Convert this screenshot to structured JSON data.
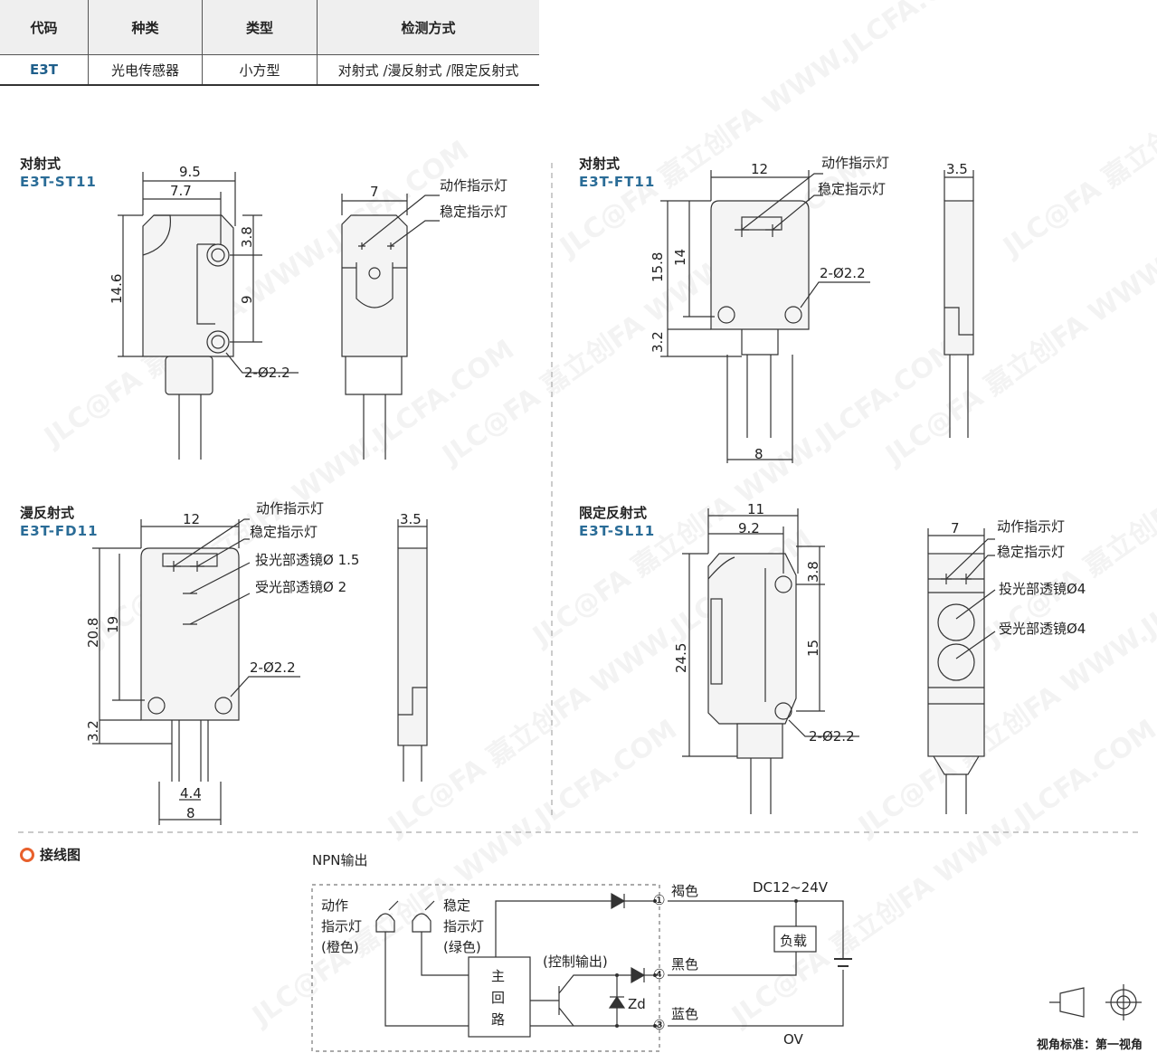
{
  "table": {
    "headers": [
      "代码",
      "种类",
      "类型",
      "检测方式"
    ],
    "row": [
      "E3T",
      "光电传感器",
      "小方型",
      "对射式 /漫反射式 /限定反射式"
    ]
  },
  "watermark": "JLC@FA 嘉立创FA WWW.JLCFA.COM",
  "sections": {
    "st11": {
      "title": "对射式",
      "code": "E3T-ST11",
      "dims": {
        "w1": "9.5",
        "w2": "7.7",
        "h_total": "14.6",
        "h_top": "3.8",
        "h_mid": "9",
        "side_w": "7",
        "hole": "2-Ø2.2"
      },
      "labels": {
        "ind1": "动作指示灯",
        "ind2": "稳定指示灯"
      }
    },
    "ft11": {
      "title": "对射式",
      "code": "E3T-FT11",
      "dims": {
        "w": "12",
        "h_total": "15.8",
        "h_inner": "14",
        "h_bottom": "3.2",
        "cable_w": "8",
        "side_w": "3.5",
        "hole": "2-Ø2.2"
      },
      "labels": {
        "ind1": "动作指示灯",
        "ind2": "稳定指示灯"
      }
    },
    "fd11": {
      "title": "漫反射式",
      "code": "E3T-FD11",
      "dims": {
        "w": "12",
        "h_total": "20.8",
        "h_inner": "19",
        "h_bottom": "3.2",
        "cable_in": "4.4",
        "cable_w": "8",
        "side_w": "3.5",
        "hole": "2-Ø2.2"
      },
      "labels": {
        "ind1": "动作指示灯",
        "ind2": "稳定指示灯",
        "emit": "投光部透镜Ø 1.5",
        "recv": "受光部透镜Ø 2"
      }
    },
    "sl11": {
      "title": "限定反射式",
      "code": "E3T-SL11",
      "dims": {
        "w1": "11",
        "w2": "9.2",
        "h_total": "24.5",
        "h_top": "3.8",
        "h_mid": "15",
        "side_w": "7",
        "hole": "2-Ø2.2"
      },
      "labels": {
        "ind1": "动作指示灯",
        "ind2": "稳定指示灯",
        "emit": "投光部透镜Ø4",
        "recv": "受光部透镜Ø4"
      }
    }
  },
  "wiring": {
    "title": "接线图",
    "npn": "NPN输出",
    "ind_left": [
      "动作",
      "指示灯",
      "(橙色)"
    ],
    "ind_right": [
      "稳定",
      "指示灯",
      "(绿色)"
    ],
    "main_circuit": [
      "主",
      "回",
      "路"
    ],
    "control_out": "(控制输出)",
    "zd": "Zd",
    "terminals": [
      {
        "num": "①",
        "color": "褐色"
      },
      {
        "num": "④",
        "color": "黑色"
      },
      {
        "num": "③",
        "color": "蓝色"
      }
    ],
    "supply": "DC12~24V",
    "load": "负载",
    "ov": "OV"
  },
  "view_standard": "视角标准：第一视角"
}
